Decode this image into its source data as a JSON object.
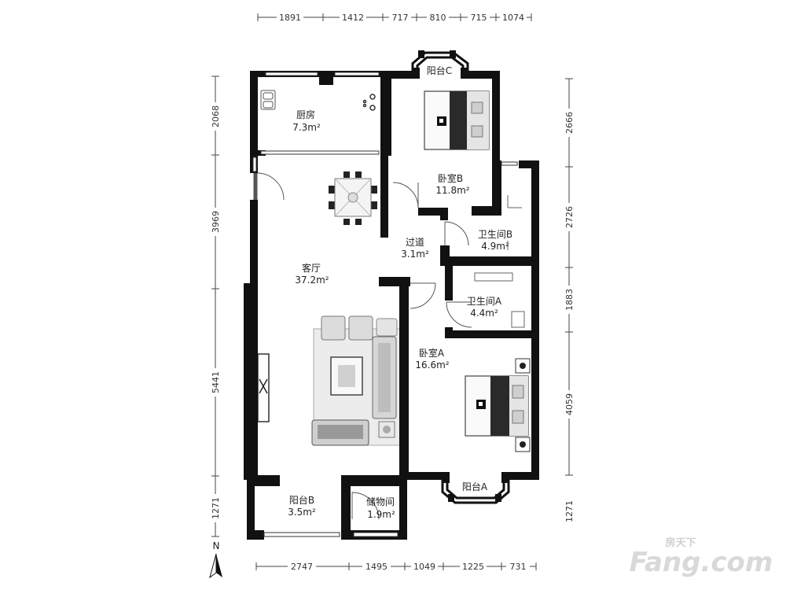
{
  "rooms": {
    "kitchen": {
      "name": "厨房",
      "area": "7.3m²"
    },
    "bedroom_b": {
      "name": "卧室B",
      "area": "11.8m²"
    },
    "balcony_c": {
      "name": "阳台C"
    },
    "living": {
      "name": "客厅",
      "area": "37.2m²"
    },
    "corridor": {
      "name": "过道",
      "area": "3.1m²"
    },
    "bath_b": {
      "name": "卫生间B",
      "area": "4.9m²"
    },
    "bath_a": {
      "name": "卫生间A",
      "area": "4.4m²"
    },
    "bedroom_a": {
      "name": "卧室A",
      "area": "16.6m²"
    },
    "balcony_a": {
      "name": "阳台A"
    },
    "balcony_b": {
      "name": "阳台B",
      "area": "3.5m²"
    },
    "storage": {
      "name": "储物间",
      "area": "1.9m²"
    }
  },
  "dims": {
    "top": [
      "1891",
      "1412",
      "717",
      "810",
      "715",
      "1074"
    ],
    "bottom": [
      "2747",
      "1495",
      "1049",
      "1225",
      "731"
    ],
    "left": [
      "2068",
      "3969",
      "5441",
      "1271"
    ],
    "right": [
      "2666",
      "2726",
      "1883",
      "4059",
      "1271"
    ]
  },
  "compass": {
    "label": "N"
  },
  "watermark": {
    "brand": "Fang.com",
    "cn": "房天下"
  }
}
